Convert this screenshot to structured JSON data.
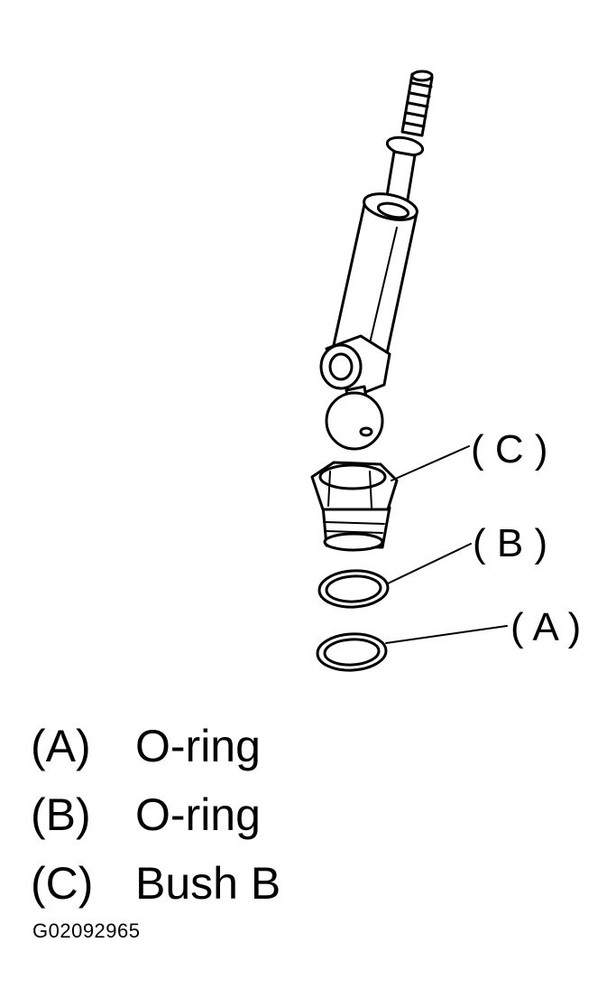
{
  "diagram": {
    "callouts": {
      "c": "( C )",
      "b": "( B )",
      "a": "( A )"
    },
    "legend": [
      {
        "key": "(A)",
        "name": "O-ring"
      },
      {
        "key": "(B)",
        "name": "O-ring"
      },
      {
        "key": "(C)",
        "name": "Bush B"
      }
    ],
    "figure_code": "G02092965"
  }
}
